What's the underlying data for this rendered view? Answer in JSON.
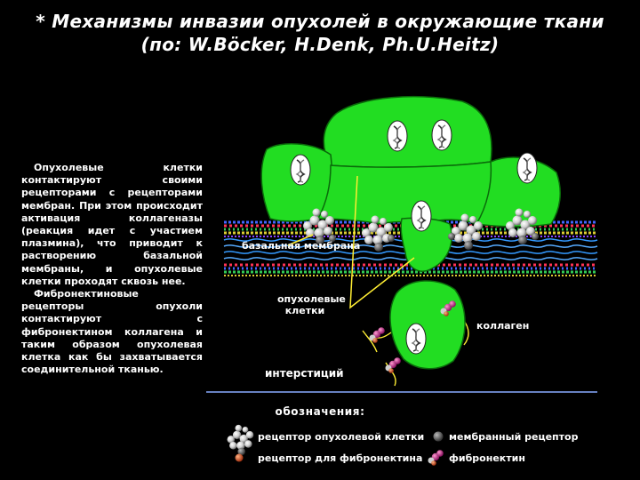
{
  "title": {
    "line1": "* Механизмы инвазии опухолей в окружающие ткани",
    "line2": "(по: W.Böcker, H.Denk, Ph.U.Heitz)"
  },
  "description": {
    "paragraph1": "Опухолевые клетки контактируют своими рецепторами с рецепторами мембран. При этом происходит активация коллагеназы (реакция идет с участием плазмина), что приводит к растворению базальной мембраны, и опухолевые клетки проходят сквозь нее.",
    "paragraph2": "Фибронектиновые рецепторы опухоли контактируют с фибронектином коллагена и таким образом опухолевая клетка как бы захватывается соединительной тканью."
  },
  "labels": {
    "basal_membrane": "базальная мембрана",
    "tumor_cells": "опухолевые клетки",
    "collagen": "коллаген",
    "interstitium": "интерстиций"
  },
  "legend": {
    "title": "обозначения:",
    "tumor_receptor": "рецептор опухолевой клетки",
    "membrane_receptor": "мембранный рецептор",
    "fibronectin_receptor": "рецептор для фибронектина",
    "fibronectin": "фибронектин"
  },
  "colors": {
    "background": "#000000",
    "cell_fill": "#22dd22",
    "cell_border": "#0a6a0a",
    "pointer_line": "#ffee33",
    "divider": "#88aaff",
    "collagen_fiber": "#ffee33"
  }
}
